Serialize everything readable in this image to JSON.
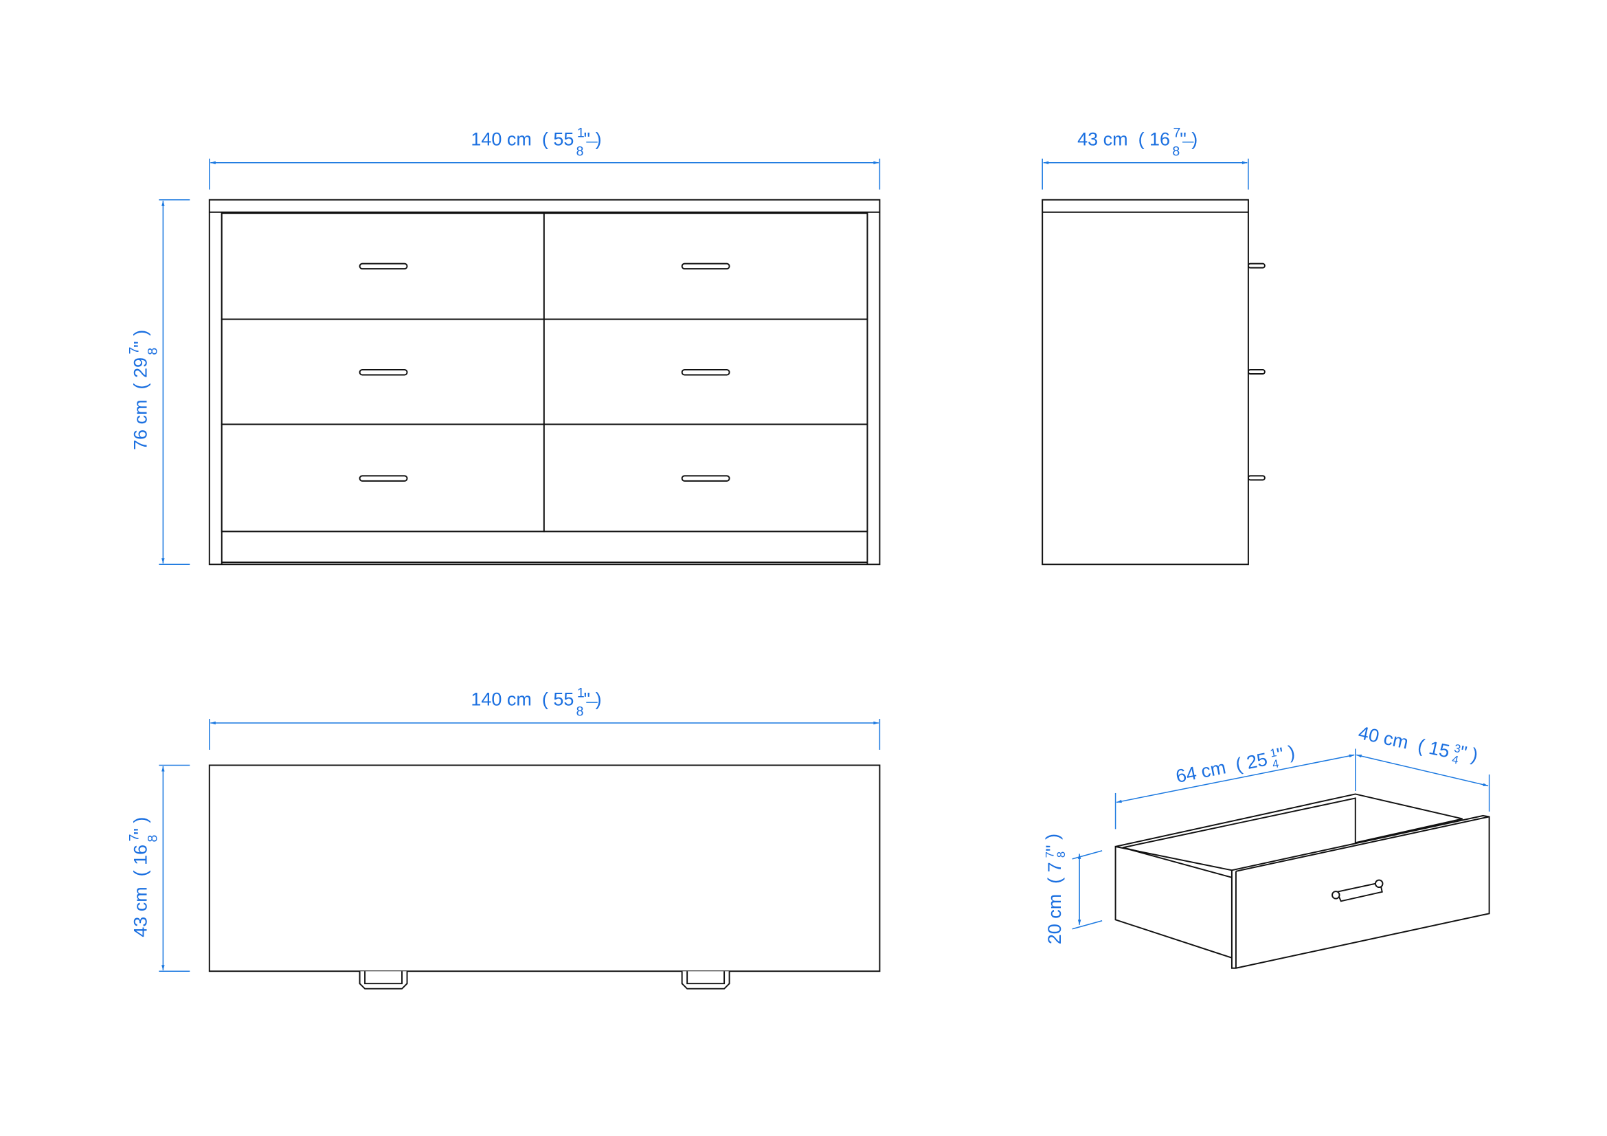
{
  "front_view": {
    "width_label": {
      "cm": "140 cm",
      "open": "( 55",
      "num": "1",
      "den": "8",
      "close": "\" )"
    },
    "height_label": {
      "cm": "76 cm",
      "open": "( 29",
      "num": "7",
      "den": "8",
      "close": "\" )"
    }
  },
  "side_view": {
    "depth_label": {
      "cm": "43 cm",
      "open": "( 16",
      "num": "7",
      "den": "8",
      "close": "\" )"
    }
  },
  "top_view": {
    "width_label": {
      "cm": "140 cm",
      "open": "( 55",
      "num": "1",
      "den": "8",
      "close": "\" )"
    },
    "depth_label": {
      "cm": "43 cm",
      "open": "( 16",
      "num": "7",
      "den": "8",
      "close": "\" )"
    }
  },
  "drawer_view": {
    "length_label": {
      "cm": "64 cm",
      "open": "( 25",
      "num": "1",
      "den": "4",
      "close": "\" )"
    },
    "width_label": {
      "cm": "40 cm",
      "open": "( 15",
      "num": "3",
      "den": "4",
      "close": "\" )"
    },
    "height_label": {
      "cm": "20 cm",
      "open": "( 7",
      "num": "7",
      "den": "8",
      "close": "\" )"
    }
  },
  "colors": {
    "dimension": "#1a78e0",
    "outline": "#111111"
  }
}
